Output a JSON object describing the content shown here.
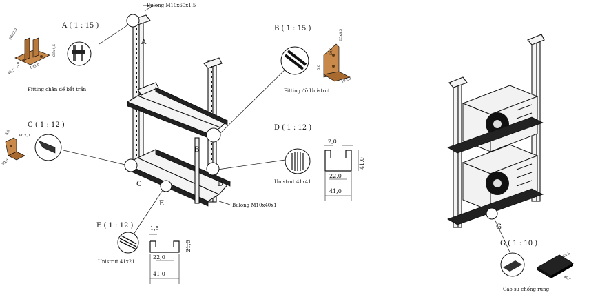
{
  "details": {
    "A": {
      "title": "A ( 1 : 15 )",
      "caption": "Fitting chân đế bắt trần",
      "marker": "A",
      "dims": [
        "Ø5x2,0",
        "Ø5x4,5",
        "133,0",
        "5,0",
        "45,5"
      ]
    },
    "B": {
      "title": "B ( 1 : 15 )",
      "caption": "Fitting đỡ Unistrut",
      "marker": "B",
      "dims": [
        "Ø5x4,5",
        "5,0",
        "50,0",
        "103,0"
      ]
    },
    "C": {
      "title": "C ( 1 : 12 )",
      "marker": "C",
      "dims": [
        "3,0",
        "Ø12,0",
        "50,0"
      ]
    },
    "D": {
      "title": "D ( 1 : 12 )",
      "caption": "Unistrut 41x41",
      "marker": "D",
      "dims": [
        "2,0",
        "41,0",
        "22,0",
        "41,0"
      ]
    },
    "E": {
      "title": "E ( 1 : 12 )",
      "caption": "Unistrut 41x21",
      "marker": "E",
      "dims": [
        "1,5",
        "21,0",
        "22,0",
        "41,0"
      ]
    },
    "G": {
      "title": "G ( 1 : 10 )",
      "caption": "Cao su chống rung",
      "marker": "G",
      "dims": [
        "45,5",
        "40,5"
      ]
    }
  },
  "bolts": {
    "top": "Bulong M10x60x1.5",
    "bottom": "Bulong M10x40x1"
  },
  "colors": {
    "line": "#111111",
    "fitting_fill": "#c8894a",
    "background": "#ffffff"
  }
}
